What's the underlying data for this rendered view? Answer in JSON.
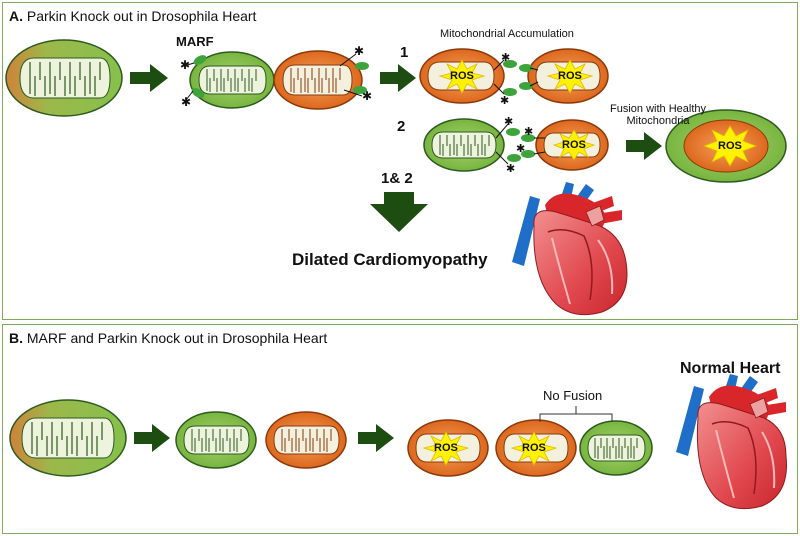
{
  "panel_a": {
    "letter": "A.",
    "title": "Parkin Knock out in Drosophila Heart",
    "marf_label": "MARF",
    "step1_number": "1",
    "step1_caption": "Mitochondrial Accumulation",
    "step2_number": "2",
    "fusion_caption_line1": "Fusion with Healthy",
    "fusion_caption_line2": "Mitochondria",
    "combined_label": "1& 2",
    "outcome": "Dilated Cardiomyopathy",
    "ros_label": "ROS"
  },
  "panel_b": {
    "letter": "B.",
    "title": "MARF and Parkin Knock out in Drosophila Heart",
    "no_fusion_label": "No Fusion",
    "outcome": "Normal Heart",
    "ros_label": "ROS"
  },
  "colors": {
    "healthy_mito": "#8cc152",
    "damaged_mito": "#e46c1f",
    "ros_burst": "#fff200",
    "arrow": "#1e4d12",
    "panel_border": "#7faa5a",
    "heart_red": "#d9262b",
    "vessel_blue": "#1f6fc9"
  }
}
